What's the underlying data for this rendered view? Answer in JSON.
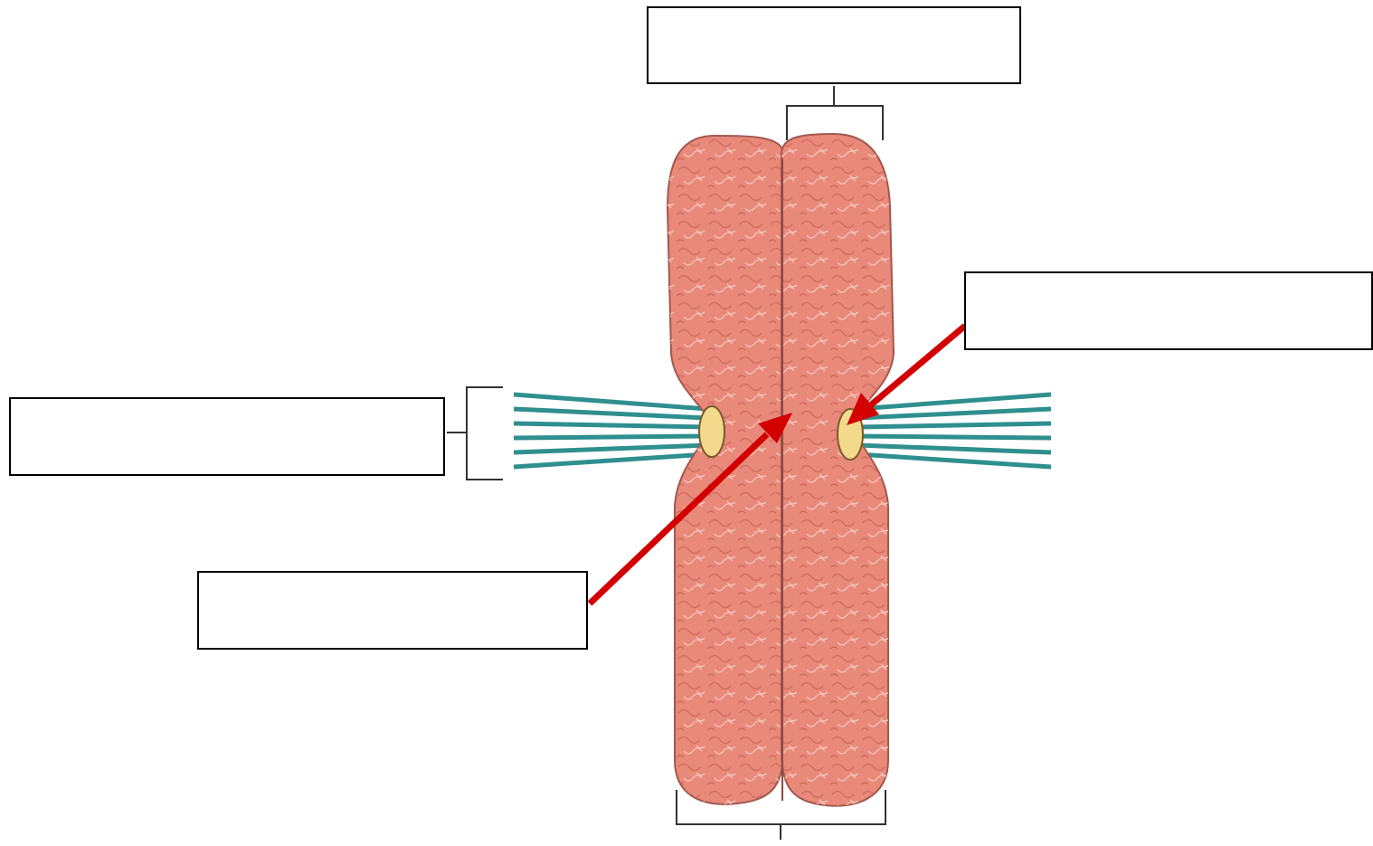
{
  "diagram": {
    "kind": "chromosome-labeling-worksheet",
    "colors": {
      "chromatid_fill": "#e8897a",
      "chromatid_highlight": "#f7c4b8",
      "chromatid_texture": "#c9655a",
      "chromatid_outline": "#a2584e",
      "kinetochore_fill": "#f2d98b",
      "kinetochore_outline": "#7a5a2a",
      "spindle_fiber": "#2f8f8f",
      "arrow": "#d20000",
      "bracket": "#333333",
      "box_border": "#000000"
    },
    "labels": [
      {
        "id": "top",
        "text": ""
      },
      {
        "id": "right",
        "text": ""
      },
      {
        "id": "left",
        "text": ""
      },
      {
        "id": "bottom",
        "text": ""
      }
    ]
  }
}
